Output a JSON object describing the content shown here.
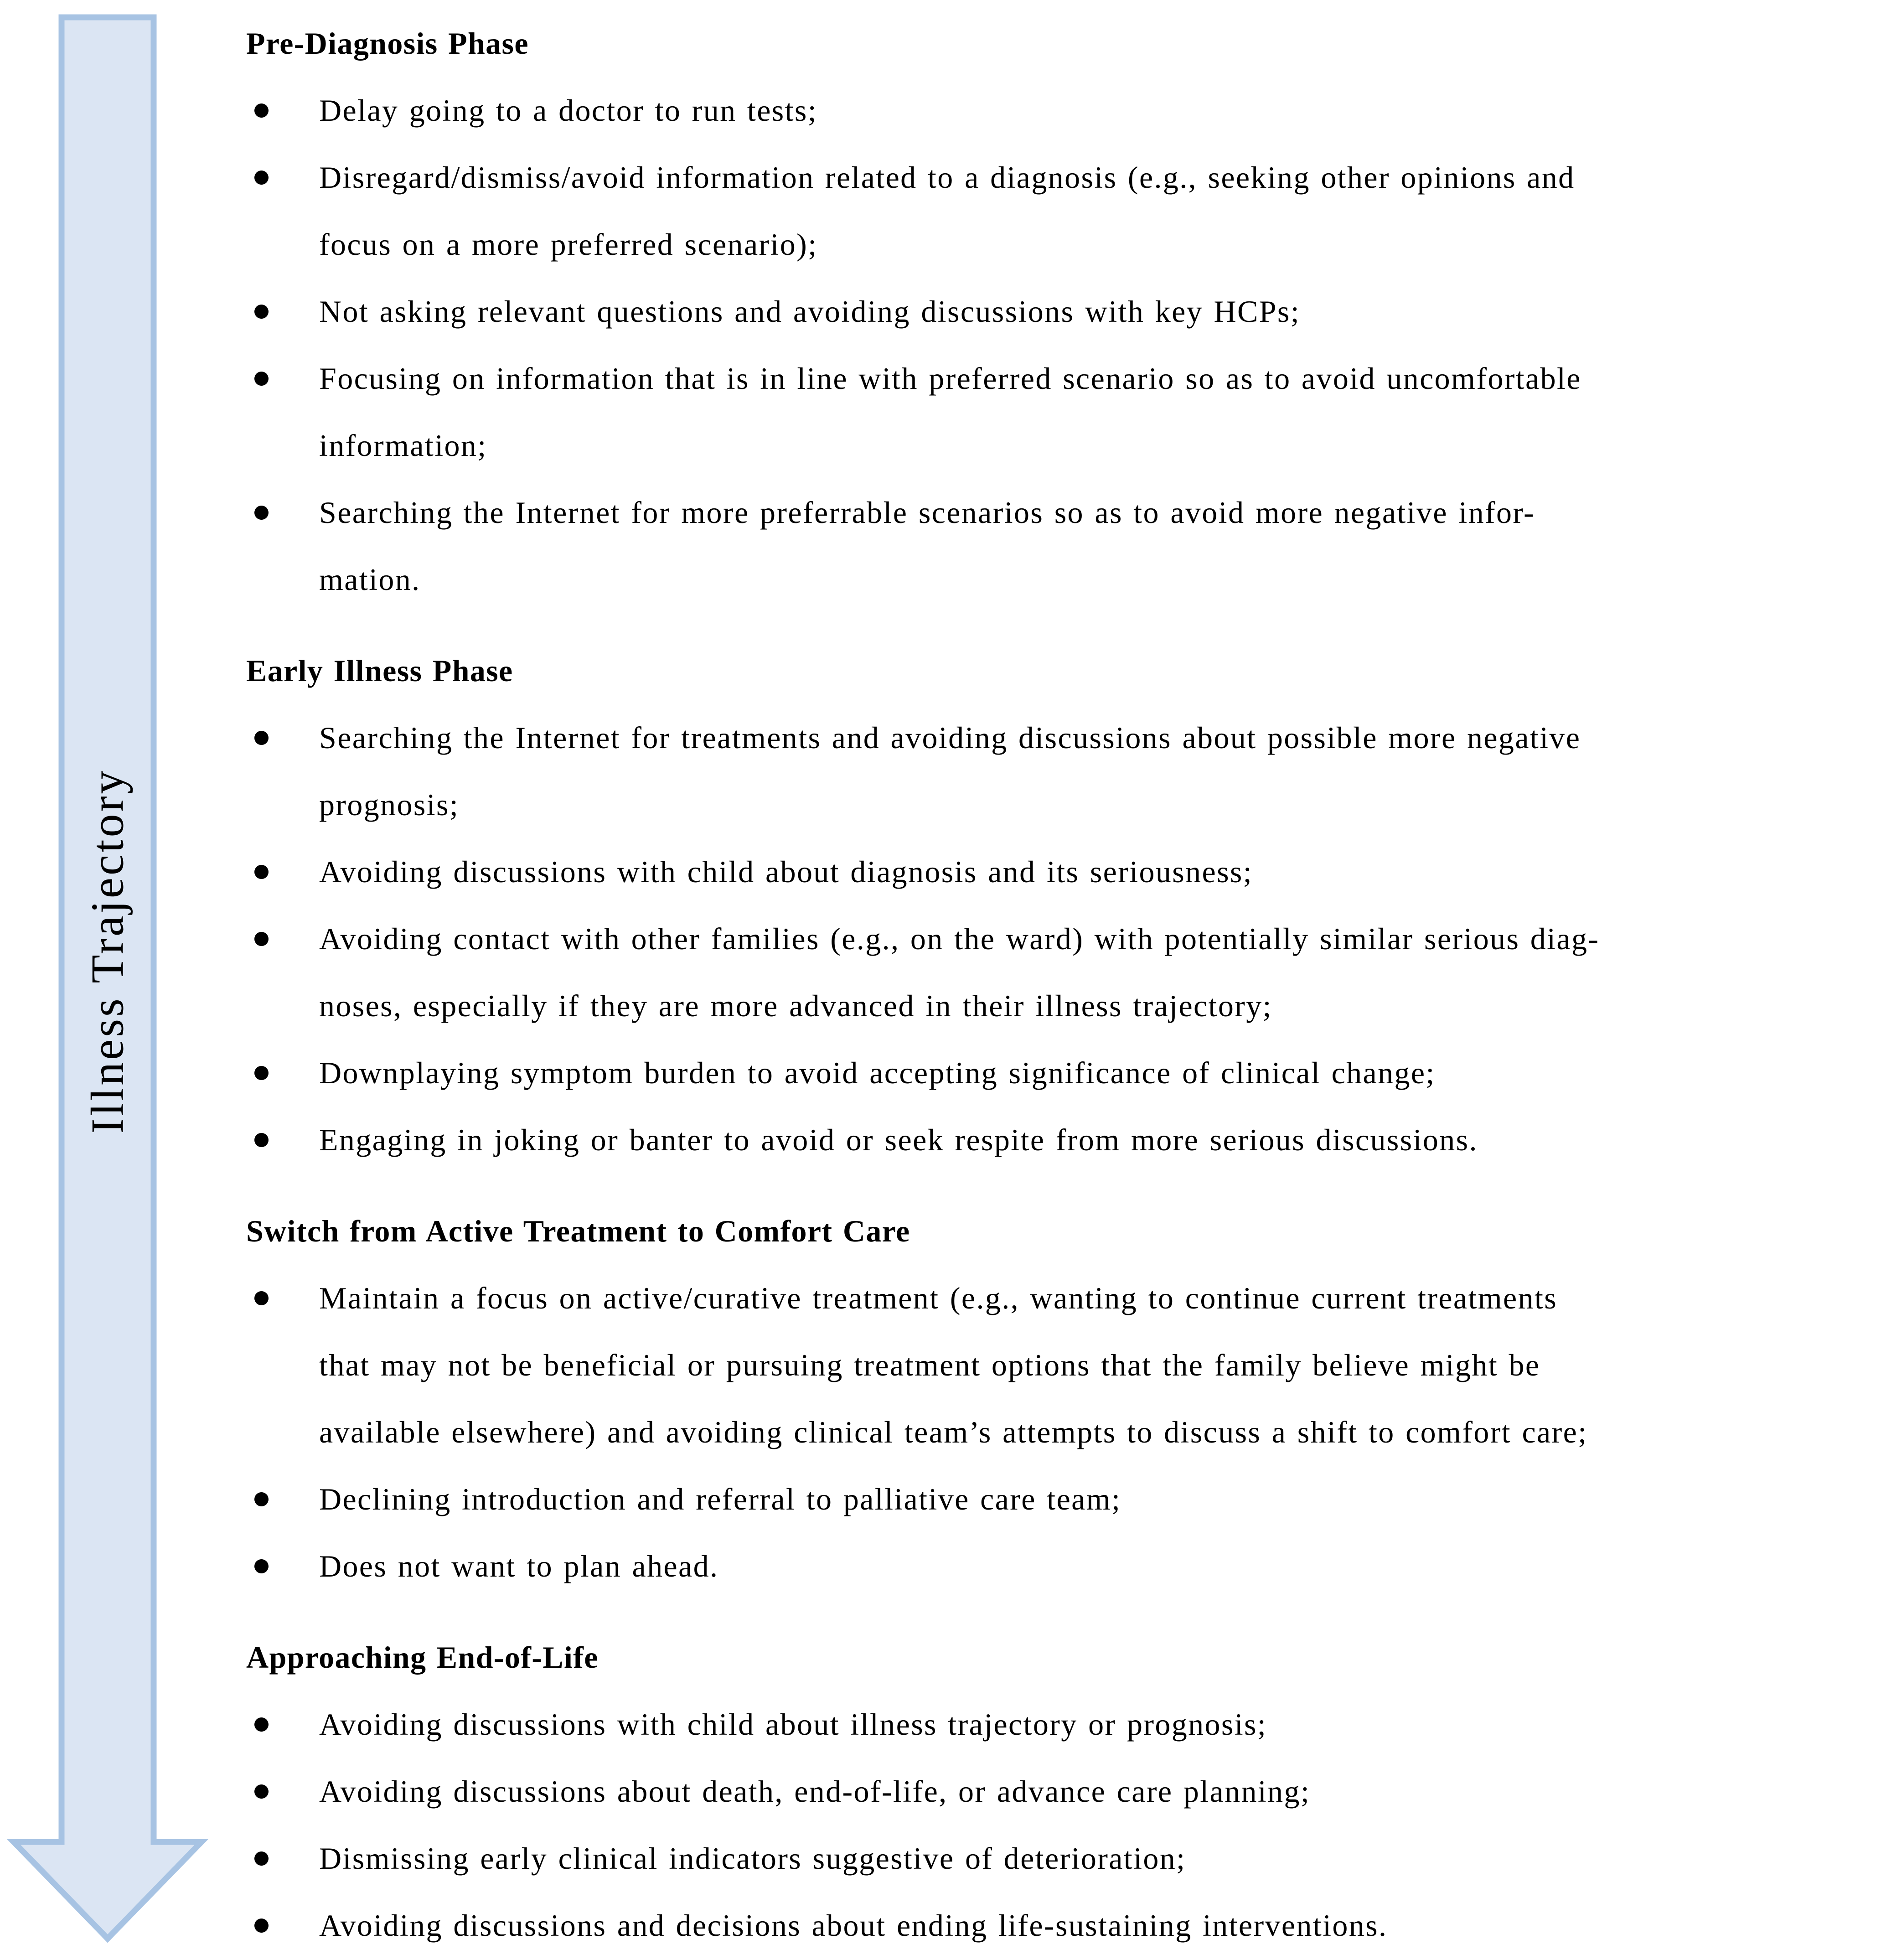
{
  "figure": {
    "arrow_label": "Illness Trajectory",
    "colors": {
      "arrow_fill": "#dbe5f3",
      "arrow_border": "#a7c3e3",
      "text": "#000000"
    }
  },
  "sections": [
    {
      "title": "Pre-Diagnosis Phase",
      "bullets": [
        {
          "lines": [
            "Delay going to a doctor to run tests;"
          ]
        },
        {
          "lines": [
            "Disregard/dismiss/avoid information related to a diagnosis (e.g., seeking other opinions and",
            "focus on a more preferred scenario);"
          ]
        },
        {
          "lines": [
            "Not asking relevant questions and avoiding discussions with key HCPs;"
          ]
        },
        {
          "lines": [
            "Focusing on information that is in line with preferred scenario so as to avoid uncomfortable",
            "information;"
          ]
        },
        {
          "lines": [
            "Searching the Internet for more preferrable scenarios so as to avoid more negative infor-",
            "mation."
          ]
        }
      ]
    },
    {
      "title": "Early Illness Phase",
      "bullets": [
        {
          "lines": [
            "Searching the Internet for treatments and avoiding discussions about possible more negative",
            "prognosis;"
          ]
        },
        {
          "lines": [
            "Avoiding discussions with child about diagnosis and its seriousness;"
          ]
        },
        {
          "lines": [
            "Avoiding contact with other families (e.g., on the ward) with potentially similar serious diag-",
            "noses, especially if they are more advanced in their illness trajectory;"
          ]
        },
        {
          "lines": [
            "Downplaying symptom burden to avoid accepting significance of clinical change;"
          ]
        },
        {
          "lines": [
            "Engaging in joking or banter to avoid or seek respite from more serious discussions."
          ]
        }
      ]
    },
    {
      "title": "Switch from Active Treatment to Comfort Care",
      "bullets": [
        {
          "lines": [
            "Maintain a focus on active/curative treatment (e.g., wanting to continue current treatments",
            "that may not be beneficial or pursuing treatment options that the family believe might be",
            "available elsewhere) and avoiding clinical team’s attempts to discuss a shift to comfort care;"
          ]
        },
        {
          "lines": [
            "Declining introduction and referral to palliative care team;"
          ]
        },
        {
          "lines": [
            "Does not want to plan ahead."
          ]
        }
      ]
    },
    {
      "title": "Approaching End-of-Life",
      "bullets": [
        {
          "lines": [
            "Avoiding discussions with child about illness trajectory or prognosis;"
          ]
        },
        {
          "lines": [
            "Avoiding discussions about death, end-of-life, or advance care planning;"
          ]
        },
        {
          "lines": [
            "Dismissing early clinical indicators suggestive of deterioration;"
          ]
        },
        {
          "lines": [
            "Avoiding discussions and decisions about ending life-sustaining interventions."
          ]
        }
      ]
    }
  ]
}
